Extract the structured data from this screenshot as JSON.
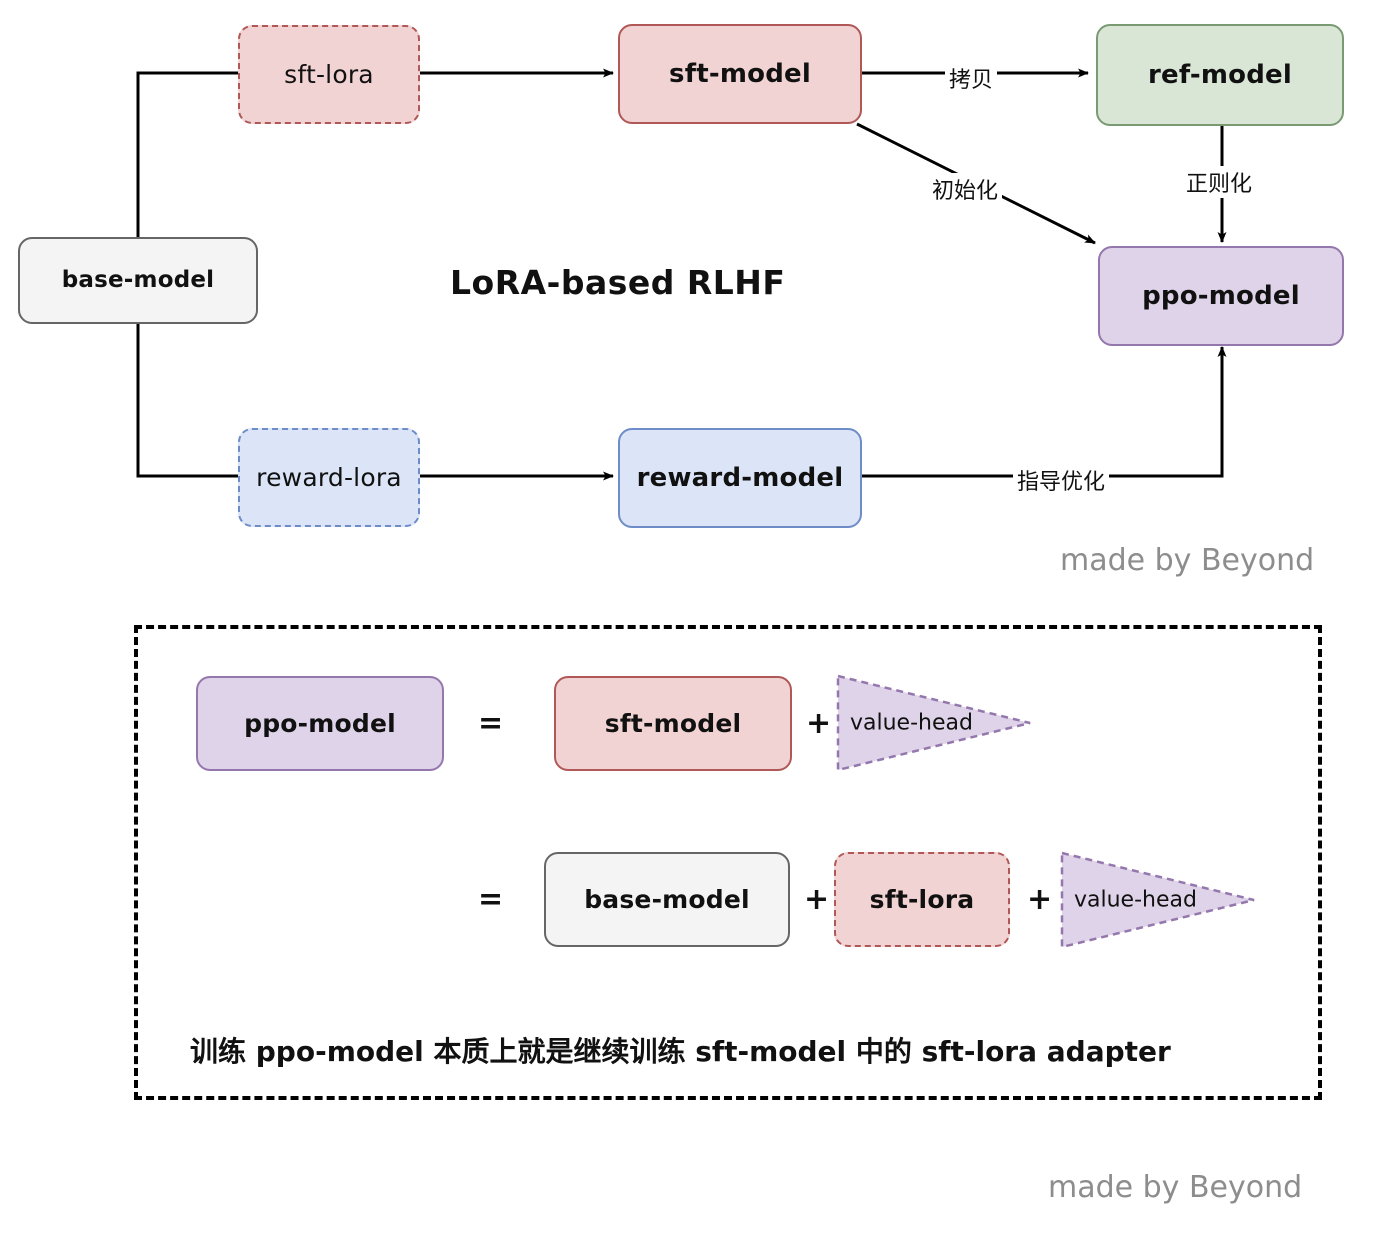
{
  "diagram": {
    "title": "LoRA-based RLHF",
    "signature_top": "made by Beyond",
    "signature_bottom": "made by Beyond",
    "nodes": {
      "base_model": "base-model",
      "sft_lora": "sft-lora",
      "sft_model": "sft-model",
      "ref_model": "ref-model",
      "ppo_model": "ppo-model",
      "reward_lora": "reward-lora",
      "reward_model": "reward-model"
    },
    "edge_labels": {
      "copy": "拷贝",
      "initialize": "初始化",
      "regularize": "正则化",
      "guide_optimize": "指导优化"
    },
    "colors": {
      "sft_fill": "#f2d3d3",
      "sft_stroke": "#b05858",
      "ref_fill": "#d9e6d6",
      "ref_stroke": "#7a9a74",
      "ppo_fill": "#ded3e8",
      "ppo_stroke": "#9477ad",
      "reward_fill": "#dce5f8",
      "reward_stroke": "#6d8cc8",
      "base_fill": "#f4f4f4",
      "base_stroke": "#666666",
      "arrow": "#000000",
      "signature": "#8d8d8d"
    }
  },
  "legend": {
    "row1": {
      "lhs": "ppo-model",
      "equals": "=",
      "term1": "sft-model",
      "plus1": "+",
      "term2": "value-head"
    },
    "row2": {
      "equals": "=",
      "term1": "base-model",
      "plus1": "+",
      "term2": "sft-lora",
      "plus2": "+",
      "term3": "value-head"
    },
    "caption": "训练 ppo-model 本质上就是继续训练 sft-model 中的 sft-lora adapter"
  }
}
